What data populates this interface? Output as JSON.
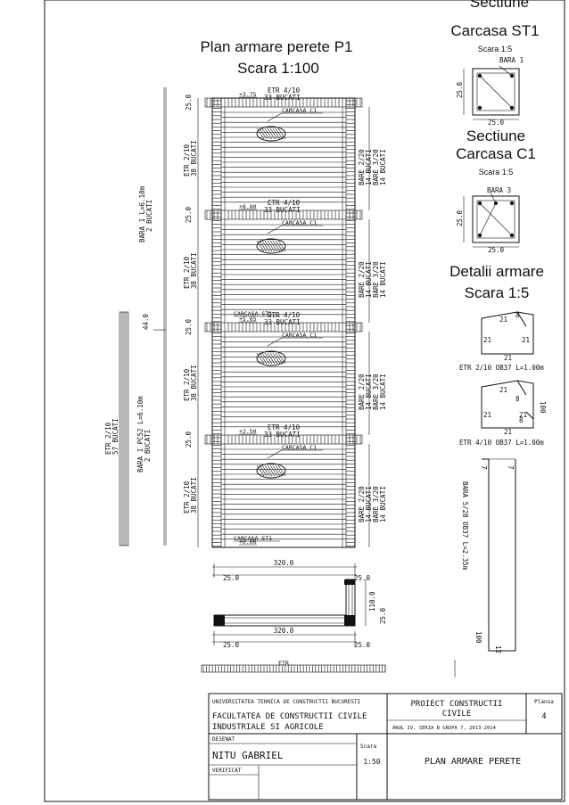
{
  "plan": {
    "title": "Plan armare perete P1",
    "scale": "Scara 1:100"
  },
  "sections": {
    "st1_title_partial": "Sectiune",
    "st1_title": "Carcasa ST1",
    "st1_scale": "Scara 1:5",
    "st1_bar": "BARA",
    "st1_bar_mark": "1",
    "st1_side": "25.0",
    "st1_bottom": "25.0",
    "c1_title_line1": "Sectiune",
    "c1_title_line2": "Carcasa C1",
    "c1_scale": "Scara 1:5",
    "c1_bar": "BARA",
    "c1_bar_mark": "3",
    "c1_side": "25.0",
    "c1_bottom": "25.0"
  },
  "details": {
    "title_line1": "Detalii armare",
    "title_line2": "Scara 1:5",
    "stirrup1_dims": [
      "21",
      "8",
      "21",
      "21",
      "21"
    ],
    "stirrup1_label": "ETR",
    "stirrup1_mark": "2",
    "stirrup1_spec": "/10 OB37 L=1.00m",
    "stirrup2_dims": [
      "21",
      "8",
      "21",
      "21",
      "21",
      "8"
    ],
    "stirrup2_side": "100",
    "stirrup2_label": "ETR",
    "stirrup2_mark": "4",
    "stirrup2_spec": "/10 OB37 L=1.00m",
    "bar5_label": "BARA",
    "bar5_mark": "5",
    "bar5_spec": "/20 OB37 L=2.35m",
    "bar5_top": "7",
    "bar5_top2": "7",
    "bar5_bottom": "100",
    "bar5_end": "12"
  },
  "wall": {
    "stories": [
      {
        "etr_top": "ETR",
        "etr_top_mark": "4",
        "etr_top_spec": "/10",
        "etr_top_count": "33 BUCATI",
        "carcasa": "CARCASA C1",
        "left_etr": "ETR",
        "left_etr_mark": "2",
        "left_etr_spec": "/10",
        "left_count": "38 BUCATI",
        "dim_top": "25.0",
        "right_bar1": "BARE",
        "right_bar1_mark": "2",
        "right_bar1_spec": "/20",
        "right_count1": "14 BUCATI",
        "right_bar2": "BARE",
        "right_bar2_mark": "3",
        "right_bar2_spec": "/20",
        "right_count2": "14 BUCATI",
        "level": "+3.75",
        "extra_carcasa": ""
      },
      {
        "etr_top": "ETR",
        "etr_top_mark": "4",
        "etr_top_spec": "/10",
        "etr_top_count": "33 BUCATI",
        "carcasa": "CARCASA C1",
        "left_etr": "ETR",
        "left_etr_mark": "2",
        "left_etr_spec": "/10",
        "left_count": "38 BUCATI",
        "dim_top": "25.0",
        "right_bar1": "BARE",
        "right_bar1_mark": "2",
        "right_bar1_spec": "/20",
        "right_count1": "14 BUCATI",
        "right_bar2": "BARE",
        "right_bar2_mark": "3",
        "right_bar2_spec": "/20",
        "right_count2": "14 BUCATI",
        "level": "+8.80",
        "extra_carcasa": "CARCASA ST1"
      },
      {
        "etr_top": "ETR",
        "etr_top_mark": "4",
        "etr_top_spec": "/10",
        "etr_top_count": "33 BUCATI",
        "carcasa": "CARCASA C1",
        "left_etr": "ETR",
        "left_etr_mark": "2",
        "left_etr_spec": "/10",
        "left_count": "38 BUCATI",
        "dim_top": "25.0",
        "right_bar1": "BARE",
        "right_bar1_mark": "2",
        "right_bar1_spec": "/20",
        "right_count1": "14 BUCATI",
        "right_bar2": "BARE",
        "right_bar2_mark": "3",
        "right_bar2_spec": "/20",
        "right_count2": "14 BUCATI",
        "level": "+5.65",
        "extra_carcasa": ""
      },
      {
        "etr_top": "ETR",
        "etr_top_mark": "4",
        "etr_top_spec": "/10",
        "etr_top_count": "33 BUCATI",
        "carcasa": "CARCASA C1",
        "left_etr": "ETR",
        "left_etr_mark": "2",
        "left_etr_spec": "/10",
        "left_count": "38 BUCATI",
        "dim_top": "25.0",
        "right_bar1": "BARE",
        "right_bar1_mark": "2",
        "right_bar1_spec": "/20",
        "right_count1": "14 BUCATI",
        "right_bar2": "BARE",
        "right_bar2_mark": "3",
        "right_bar2_spec": "/20",
        "right_count2": "14 BUCATI",
        "level": "+2.50",
        "extra_carcasa": "CARCASA ST1"
      }
    ],
    "bottom_level": "+0.00",
    "bara1_label": "BARA",
    "bara1_mark": "1",
    "bara1_spec": "L=6.10m",
    "bara1_count": "2 BUCATI",
    "bara1b_label": "BARA",
    "bara1b_mark": "1",
    "bara1b_spec": "PC52 L=6.10m",
    "bara1b_count": "2 BUCATI",
    "etr_long_label": "ETR",
    "etr_long_mark": "2",
    "etr_long_spec": "/10",
    "etr_long_count": "57 BUCATI",
    "dim_44": "44.0"
  },
  "plan_view": {
    "dim_320_top": "320.0",
    "dim_25_left_top": "25.0",
    "dim_25_right_top": "25.0",
    "dim_110": "110.0",
    "dim_25_side": "25.0",
    "dim_320_bottom": "320.0",
    "dim_25_left_bottom": "25.0",
    "dim_25_right_bottom": "25.0",
    "strip_label": "ETR"
  },
  "titleblock": {
    "university": "UNIVERSITATEA TEHNICA DE CONSTRUCTII BUCURESTI",
    "faculty_line1": "FACULTATEA DE CONSTRUCTII CIVILE",
    "faculty_line2": "INDUSTRIALE SI AGRICOLE",
    "project_line1": "PROIECT CONSTRUCTII",
    "project_line2": "CIVILE",
    "year_info": "ANUL IV, SERIA B GRUPA 7, 2013-2014",
    "sheet_label": "Plansa",
    "sheet_number": "4",
    "drawn_label": "DESENAT",
    "drawn_by": "NITU GABRIEL",
    "scale_label": "Scara",
    "scale_value": "1:50",
    "drawing_title": "PLAN ARMARE PERETE",
    "checked_label": "VERIFICAT"
  }
}
